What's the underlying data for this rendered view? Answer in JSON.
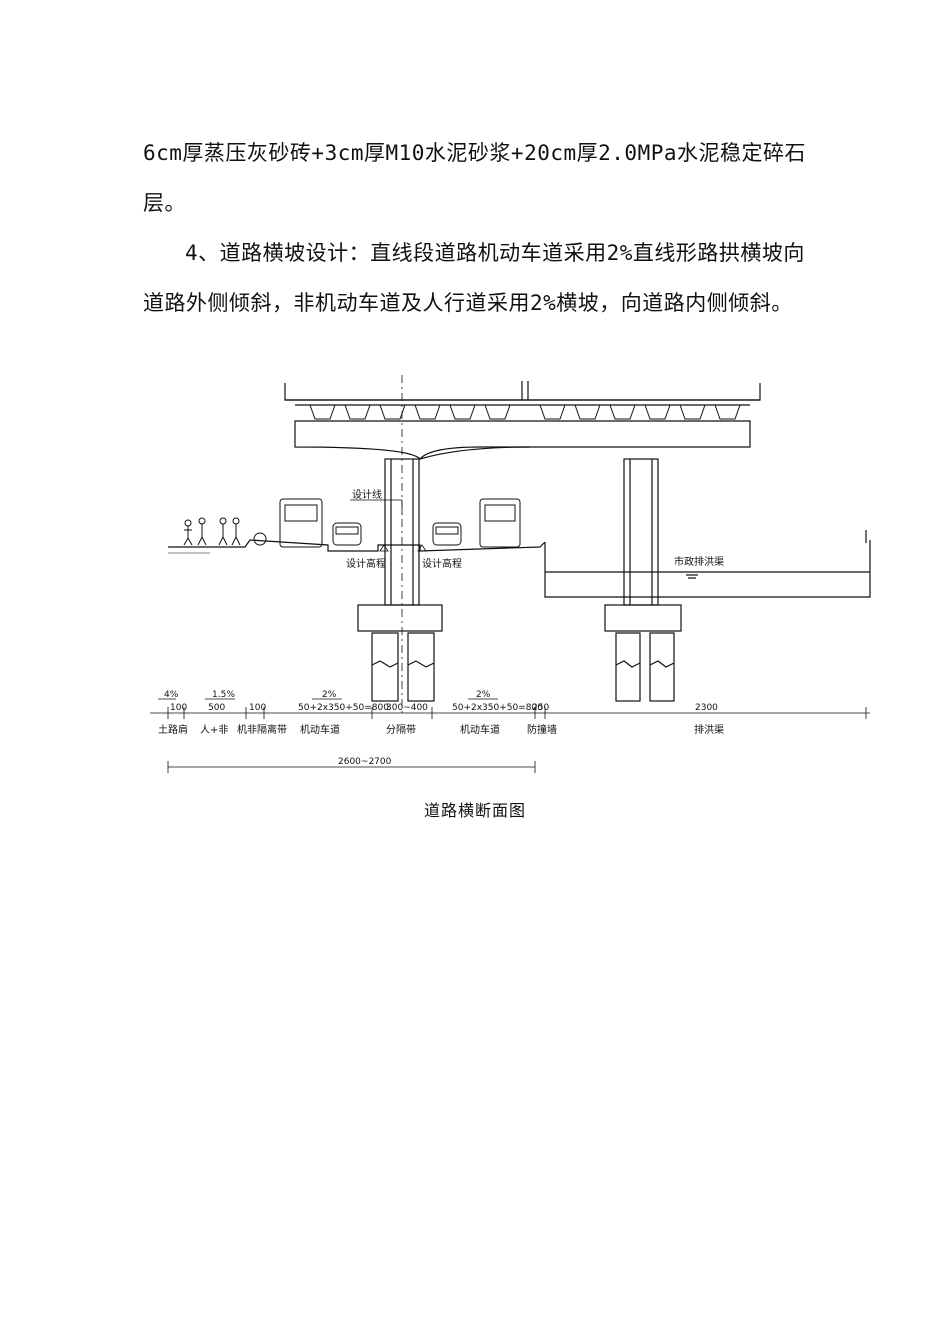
{
  "paragraphs": {
    "p1": "6cm厚蒸压灰砂砖+3cm厚M10水泥砂浆+20cm厚2.0MPa水泥稳定碎石层。",
    "p2": "4、道路横坡设计：直线段道路机动车道采用2%直线形路拱横坡向道路外侧倾斜，非机动车道及人行道采用2%横坡，向道路内侧倾斜。"
  },
  "figure": {
    "labels": {
      "design_line": "设计线",
      "design_elev_left": "设计高程",
      "design_elev_right": "设计高程",
      "drainage": "市政排洪渠"
    },
    "slopes": [
      "4%",
      "1.5%",
      "2%",
      "2%"
    ],
    "dims": [
      "100",
      "500",
      "100",
      "50+2x350+50=800",
      "300~400",
      "50+2x350+50=800",
      "250",
      "2300"
    ],
    "sections": [
      "土路肩",
      "人+非",
      "机非隔离带",
      "机动车道",
      "分隔带",
      "机动车道",
      "防撞墙",
      "排洪渠"
    ],
    "total_width": "2600~2700"
  },
  "caption": "道路横断面图"
}
